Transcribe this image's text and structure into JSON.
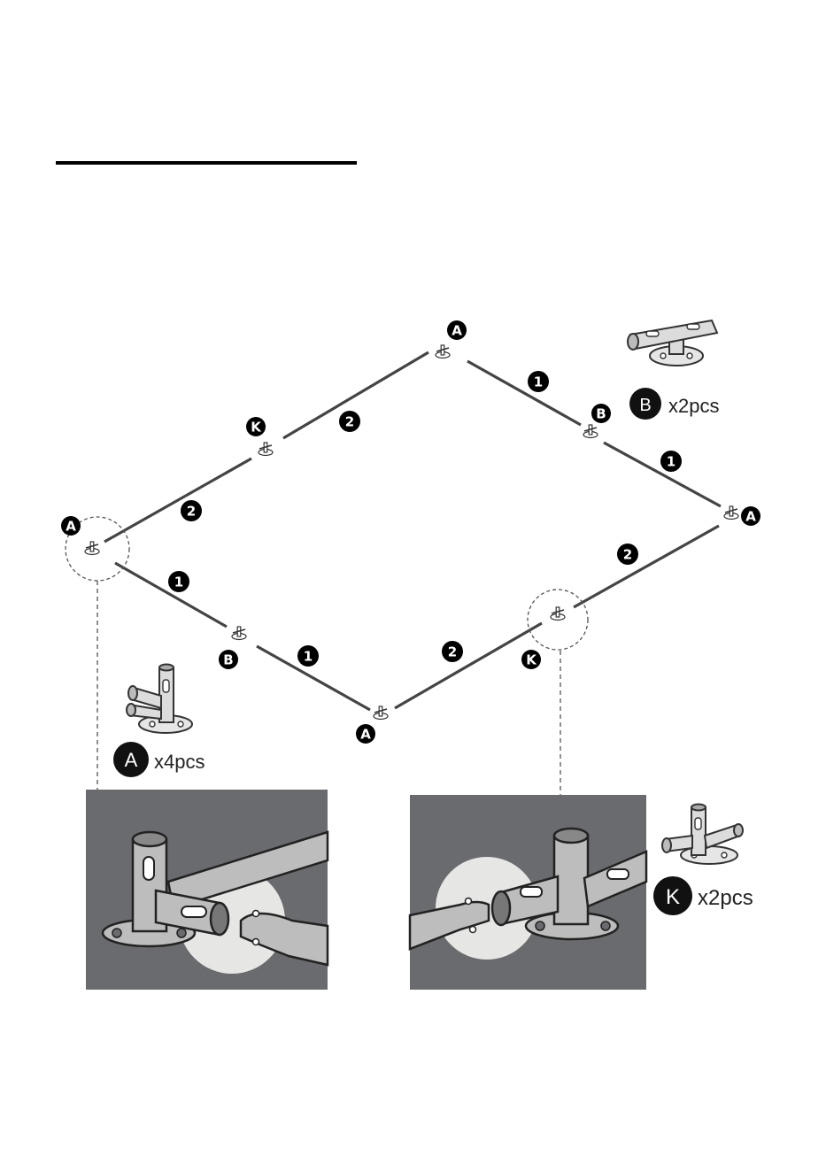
{
  "colors": {
    "ink": "#000000",
    "pole_stroke": "#555555",
    "pole_fill": "#eeeeee",
    "detail_background": "#6a6b6e",
    "detail_metal": "#bdbdbd",
    "highlight": "#e6e6e4"
  },
  "frame": {
    "connectors": [
      {
        "id": "A-top",
        "letter": "A"
      },
      {
        "id": "A-left",
        "letter": "A"
      },
      {
        "id": "A-right",
        "letter": "A"
      },
      {
        "id": "A-bottom",
        "letter": "A"
      },
      {
        "id": "B-upper",
        "letter": "B"
      },
      {
        "id": "B-lower",
        "letter": "B"
      },
      {
        "id": "K-upper",
        "letter": "K"
      },
      {
        "id": "K-lower",
        "letter": "K"
      }
    ],
    "pole_labels": [
      {
        "id": "p1a",
        "number": "1"
      },
      {
        "id": "p1b",
        "number": "1"
      },
      {
        "id": "p1c",
        "number": "1"
      },
      {
        "id": "p1d",
        "number": "1"
      },
      {
        "id": "p2a",
        "number": "2"
      },
      {
        "id": "p2b",
        "number": "2"
      },
      {
        "id": "p2c",
        "number": "2"
      },
      {
        "id": "p2d",
        "number": "2"
      }
    ]
  },
  "legend": {
    "B": {
      "letter": "B",
      "count": "x2pcs",
      "icon": "b-connector-icon"
    },
    "A": {
      "letter": "A",
      "count": "x4pcs",
      "icon": "a-connector-icon"
    },
    "K": {
      "letter": "K",
      "count": "x2pcs",
      "icon": "k-connector-icon"
    }
  }
}
